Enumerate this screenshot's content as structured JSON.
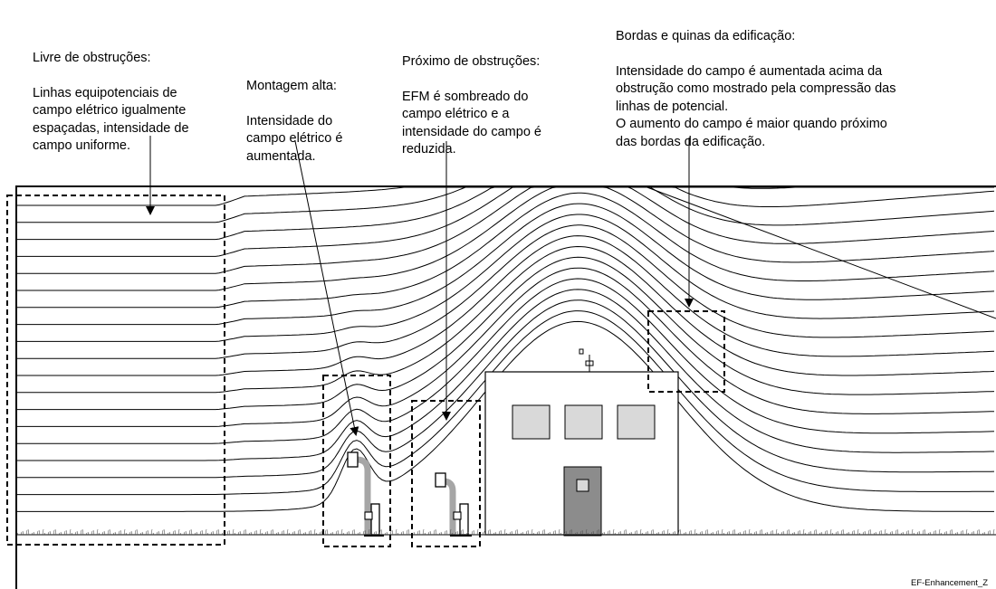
{
  "annotations": {
    "free": {
      "title": "Livre de obstruções:",
      "body": "Linhas equipotenciais de\ncampo elétrico igualmente\nespaçadas, intensidade de\ncampo uniforme."
    },
    "high_mount": {
      "title": "Montagem alta:",
      "body": "Intensidade do\ncampo elétrico é\naumentada."
    },
    "near": {
      "title": "Próximo de obstruções:",
      "body": "EFM é sombreado do\ncampo elétrico e a\nintensidade do campo é\nreduzida."
    },
    "edges": {
      "title": "Bordas e quinas da edificação:",
      "body": "Intensidade do campo é aumentada acima da\nobstrução como mostrado pela compressão das\nlinhas de potencial.\nO aumento do campo é maior quando próximo\ndas bordas da edificação."
    }
  },
  "corner_tag": "EF-Enhancement_Z",
  "colors": {
    "lines": "#000000",
    "window_fill": "#d9d9d9",
    "door_fill": "#8c8c8c",
    "pole_fill": "#a6a6a6"
  }
}
